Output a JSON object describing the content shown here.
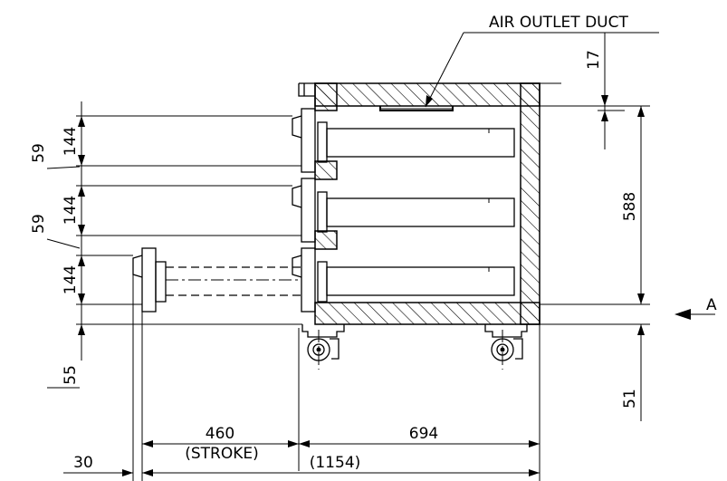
{
  "labels": {
    "air_outlet_duct": "AIR OUTLET DUCT",
    "view_marker": "A"
  },
  "dimensions": {
    "top_offset": "17",
    "overall_height": "588",
    "bottom_clearance_right": "51",
    "drawer_height_1": "144",
    "drawer_height_2": "144",
    "drawer_height_3": "144",
    "drawer_gap_1": "59",
    "drawer_gap_2": "59",
    "bottom_clearance_left": "55",
    "stroke_value": "460",
    "stroke_label": "(STROKE)",
    "cabinet_depth": "694",
    "overall_depth": "(1154)",
    "handle_offset": "30"
  }
}
